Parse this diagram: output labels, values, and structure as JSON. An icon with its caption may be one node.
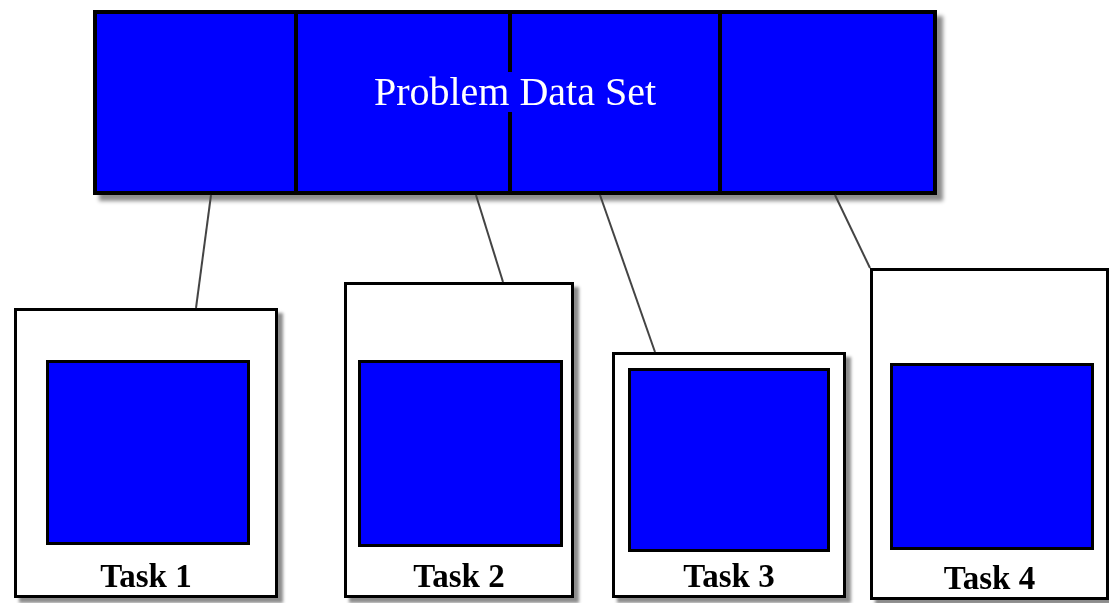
{
  "diagram": {
    "nodes": [
      {
        "text": [
          "Problem Data Set"
        ]
      },
      {
        "text": [
          "Task 1"
        ]
      },
      {
        "text": [],
        "shape": "box",
        "in": 1
      },
      {
        "text": [
          "Task 2"
        ]
      },
      {
        "text": [],
        "shape": "box",
        "in": 3
      },
      {
        "text": [
          "Task 3"
        ]
      },
      {
        "text": [],
        "shape": "box",
        "in": 5
      },
      {
        "text": [
          "Task 4"
        ]
      },
      {
        "text": [],
        "shape": "box",
        "in": 7
      }
    ],
    "edges": [
      {
        "from": 0,
        "to": 1,
        "arrow": "none"
      },
      {
        "from": 0,
        "to": 3,
        "arrow": "none"
      },
      {
        "from": 0,
        "to": 5,
        "arrow": "none"
      },
      {
        "from": 0,
        "to": 7,
        "arrow": "none"
      }
    ]
  }
}
